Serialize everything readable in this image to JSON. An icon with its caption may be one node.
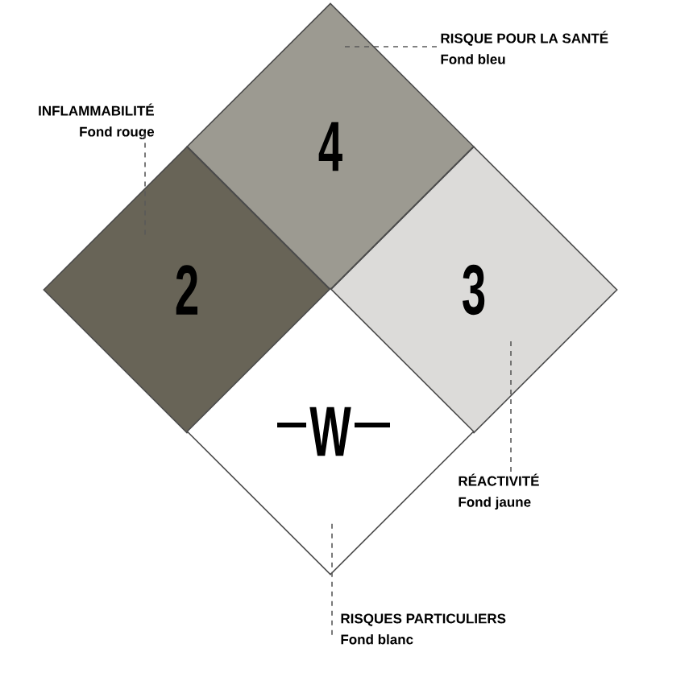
{
  "diagram": {
    "nodes": [
      {
        "text": [
          "4"
        ]
      },
      {
        "text": [
          "2"
        ]
      },
      {
        "text": [
          "3"
        ]
      },
      {
        "text": [
          "W"
        ]
      },
      {
        "text": [
          "RISQUE POUR LA SANTÉ",
          "Fond bleu"
        ]
      },
      {
        "text": [
          "INFLAMMABILITÉ",
          "Fond rouge"
        ]
      },
      {
        "text": [
          "RÉACTIVITÉ",
          "Fond jaune"
        ]
      },
      {
        "text": [
          "RISQUES PARTICULIERS",
          "Fond blanc"
        ]
      }
    ],
    "edges": [
      {
        "from": 4,
        "to": 0,
        "arrow": "none",
        "style": "dashed"
      },
      {
        "from": 5,
        "to": 1,
        "arrow": "none",
        "style": "dashed"
      },
      {
        "from": 6,
        "to": 2,
        "arrow": "none",
        "style": "dashed"
      },
      {
        "from": 7,
        "to": 3,
        "arrow": "none",
        "style": "dashed"
      }
    ]
  }
}
